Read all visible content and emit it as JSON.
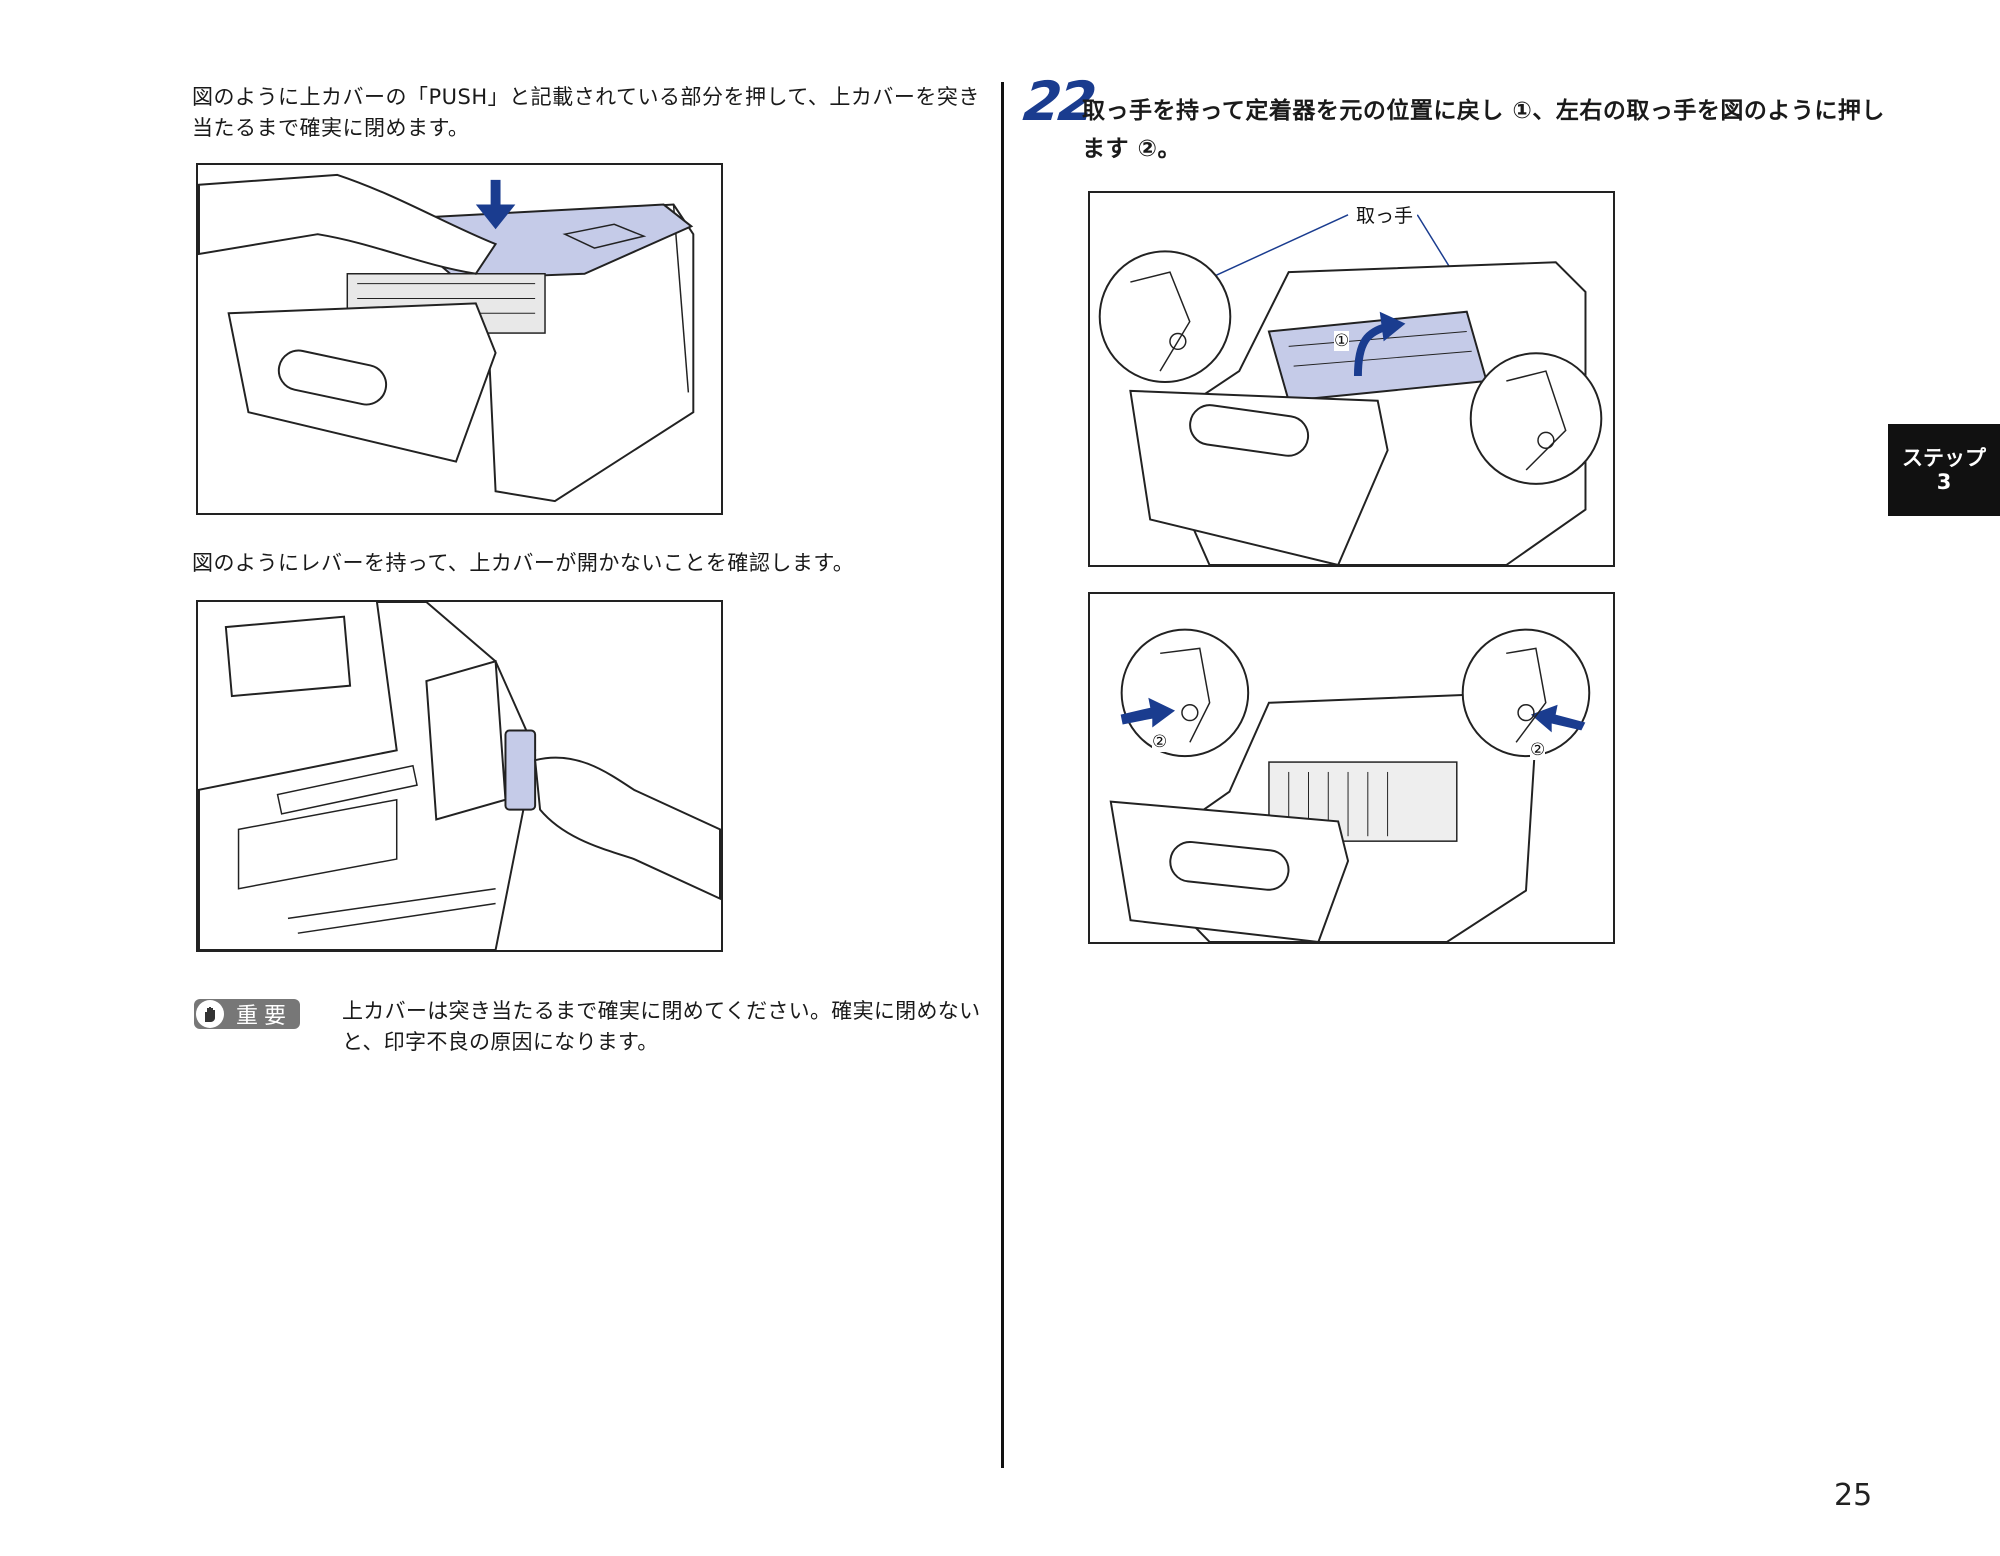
{
  "left_column": {
    "para1": "図のように上カバーの「PUSH」と記載されている部分を押して、上カバーを突き当たるまで確実に閉めます。",
    "para2": "図のようにレバーを持って、上カバーが開かないことを確認します。",
    "important": {
      "badge_label": "重要",
      "icon": "hand-stop-icon",
      "text": "上カバーは突き当たるまで確実に閉めてください。確実に閉めないと、印字不良の原因になります。"
    }
  },
  "right_column": {
    "step_number": "22",
    "step_text": "取っ手を持って定着器を元の位置に戻し ①、左右の取っ手を図のように押します ②。",
    "figure1_callout": "取っ手",
    "figure1_marker": "①",
    "figure2_marker_left": "②",
    "figure2_marker_right": "②"
  },
  "side_tab": {
    "line1": "ステップ",
    "line2": "3"
  },
  "page_number": "25",
  "colors": {
    "accent_blue": "#1a3c8f",
    "highlight_lavender": "#c5cbe8",
    "tab_black": "#111111"
  }
}
